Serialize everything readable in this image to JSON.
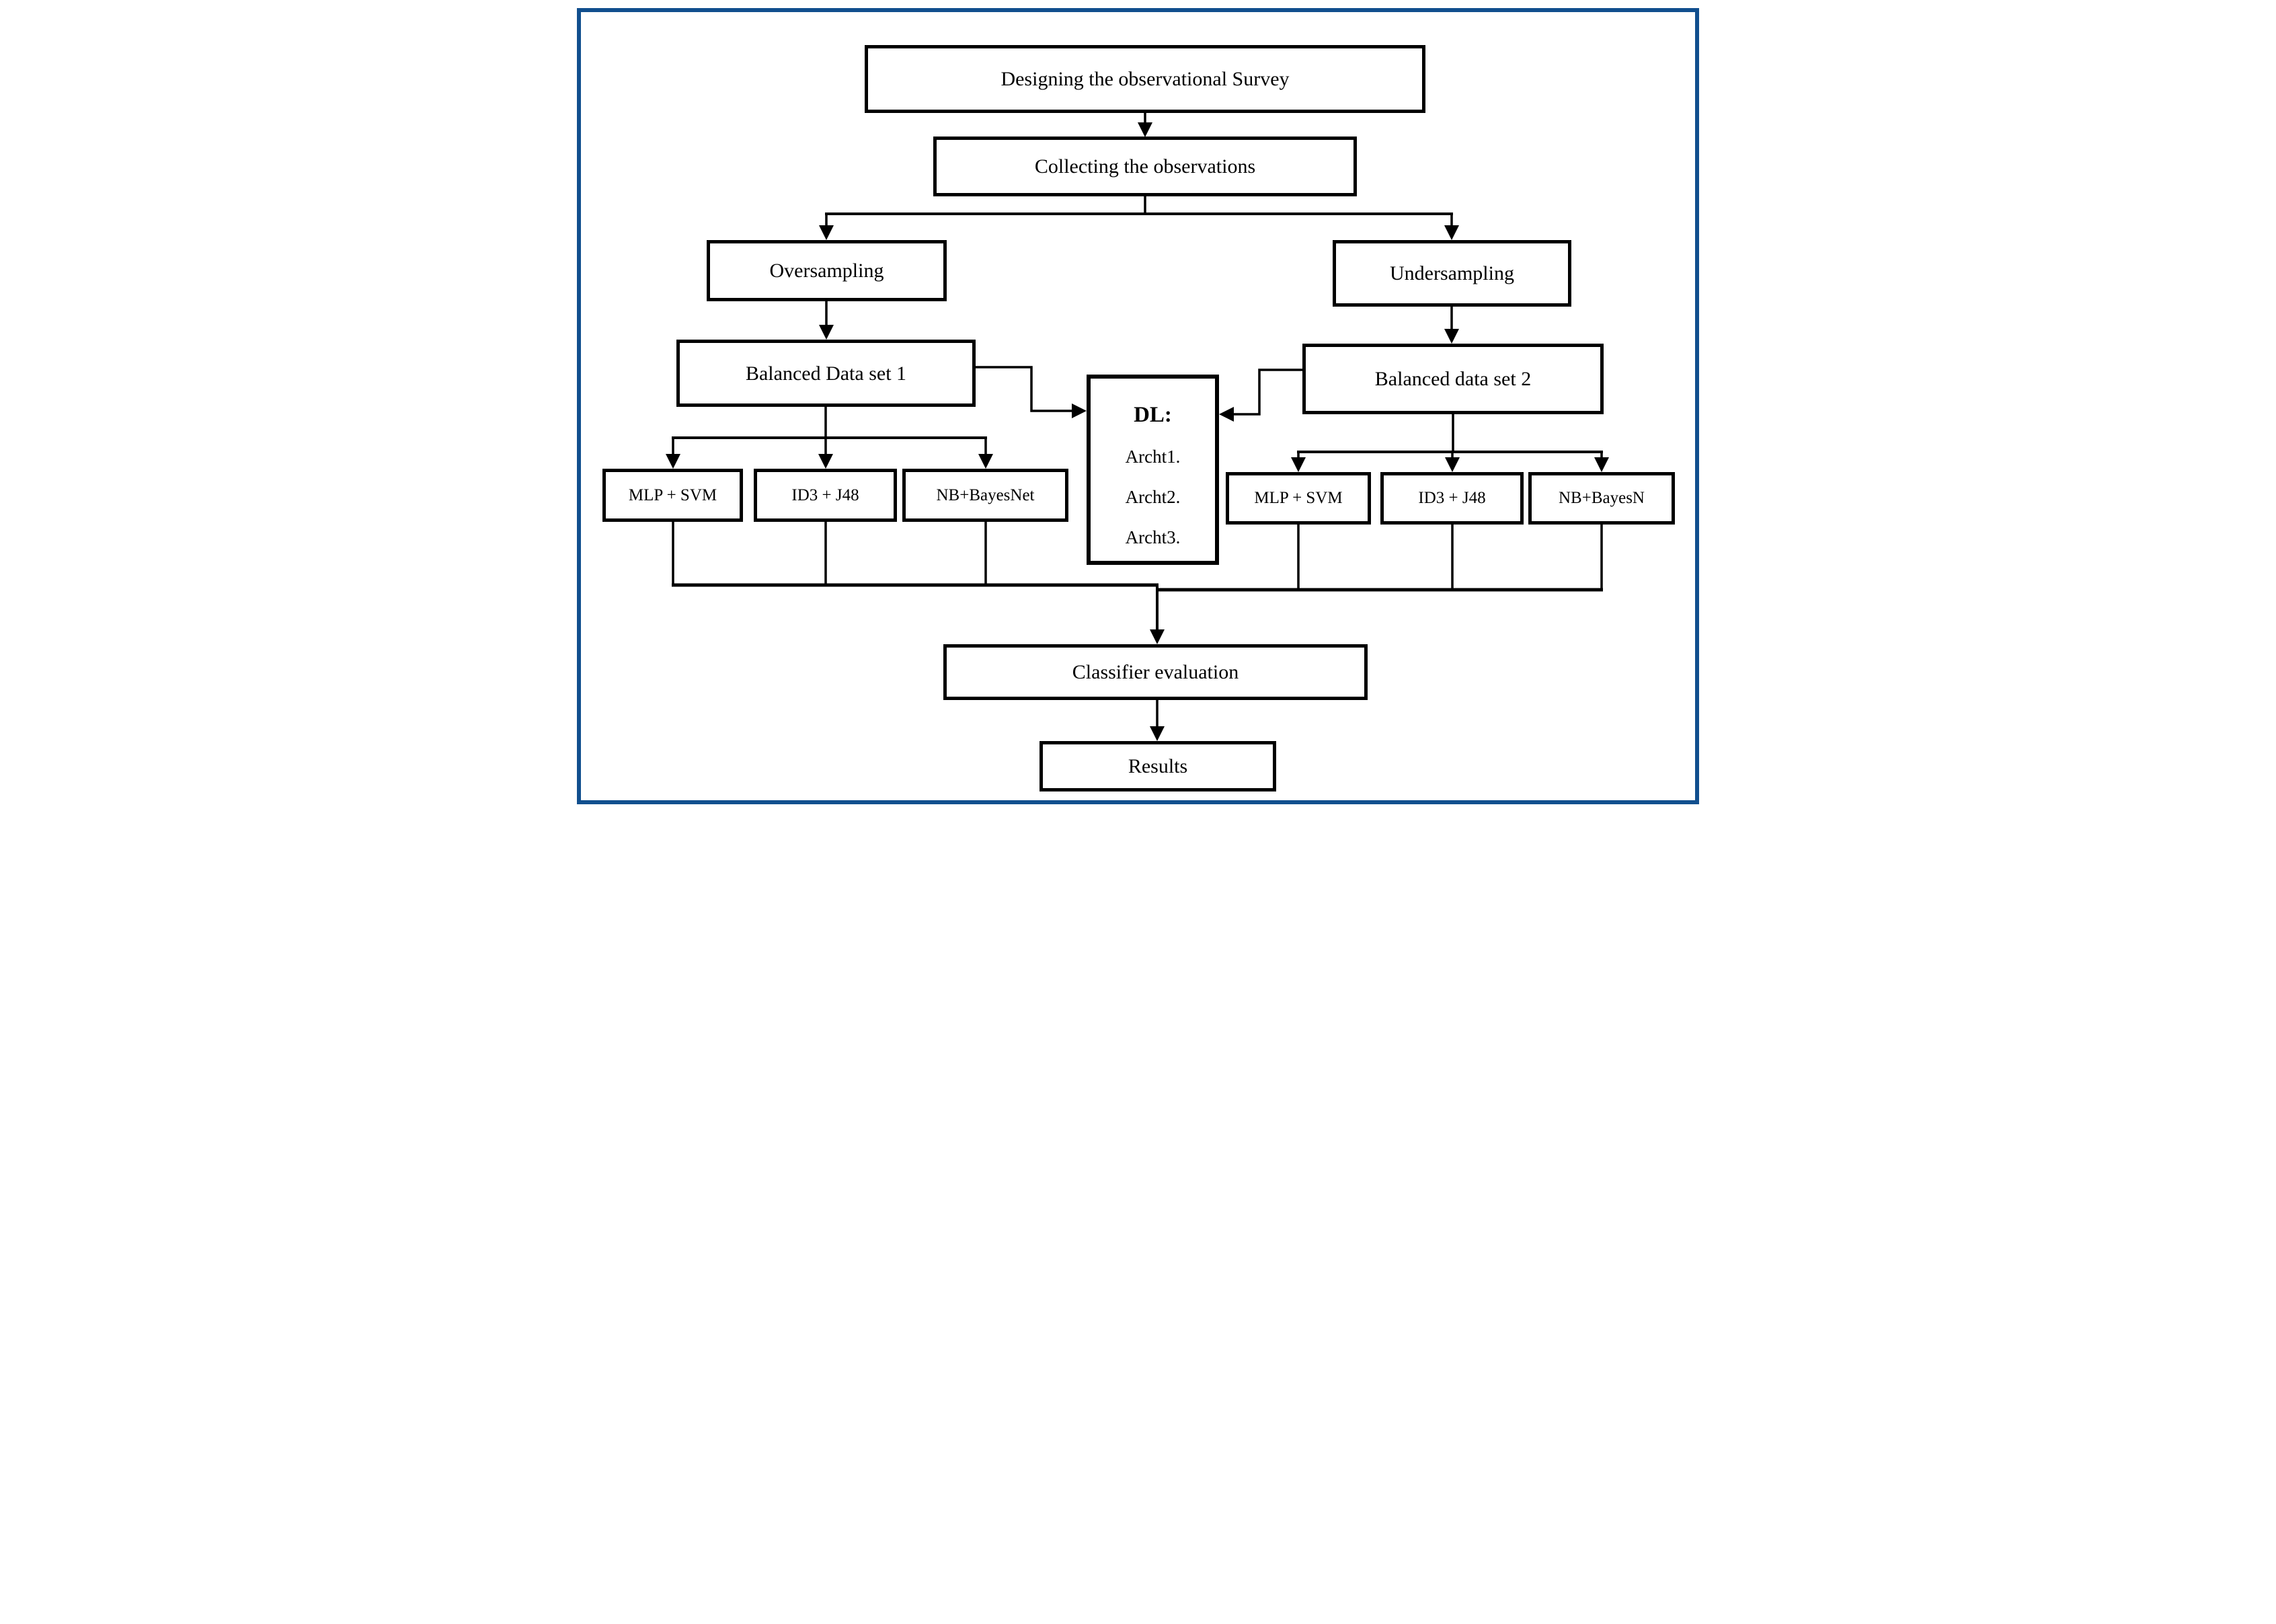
{
  "frame": {
    "border_color": "#114f8e",
    "line_color": "#000000",
    "background_color": "#ffffff"
  },
  "nodes": {
    "designing": {
      "label": "Designing the observational Survey"
    },
    "collecting": {
      "label": "Collecting the observations"
    },
    "oversampling": {
      "label": "Oversampling"
    },
    "undersampling": {
      "label": "Undersampling"
    },
    "balanced1": {
      "label": "Balanced Data set 1"
    },
    "balanced2": {
      "label": "Balanced data set 2"
    },
    "dl": {
      "title": "DL:",
      "items": [
        "Archt1.",
        "Archt2.",
        "Archt3."
      ]
    },
    "left_classifiers": [
      "MLP + SVM",
      "ID3 + J48",
      "NB+BayesNet"
    ],
    "right_classifiers": [
      "MLP + SVM",
      "ID3 + J48",
      "NB+BayesN"
    ],
    "evaluation": {
      "label": "Classifier evaluation"
    },
    "results": {
      "label": "Results"
    }
  }
}
